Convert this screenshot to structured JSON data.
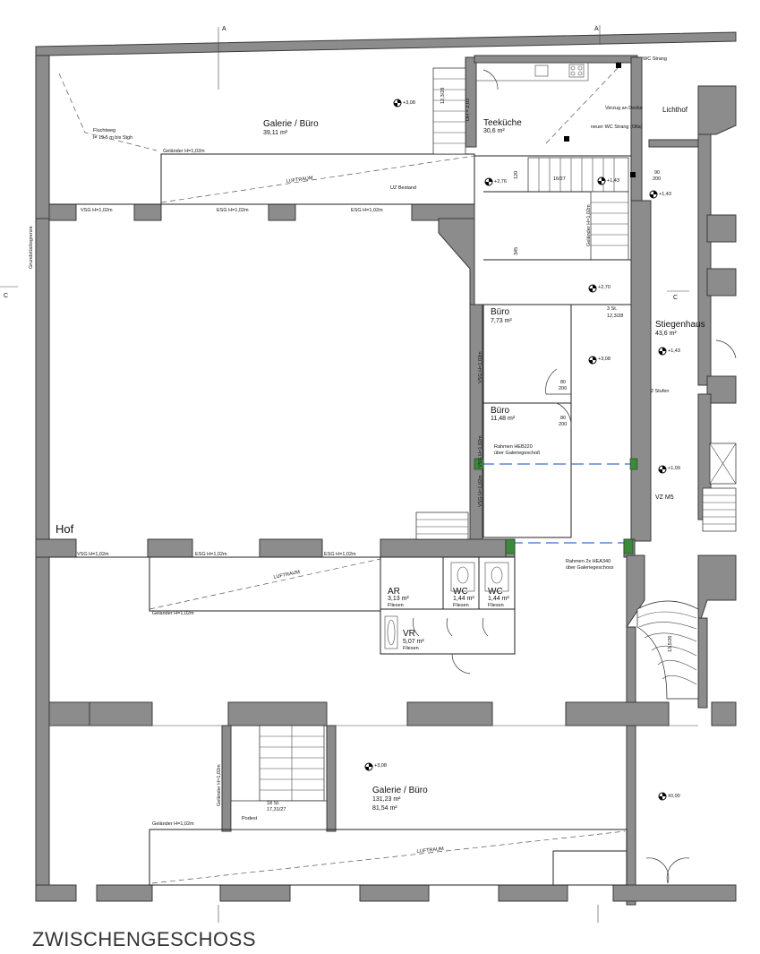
{
  "plan_title": "ZWISCHENGESCHOSS",
  "rooms": {
    "galerie_top": {
      "name": "Galerie / Büro",
      "area": "39,11 m²"
    },
    "teekueche": {
      "name": "Teeküche",
      "area": "30,6 m²"
    },
    "buero_1": {
      "name": "Büro",
      "area": "7,73 m²"
    },
    "buero_2": {
      "name": "Büro",
      "area": "11,48 m²"
    },
    "stiegenhaus": {
      "name": "Stiegenhaus",
      "area": "43,6 m²"
    },
    "ar": {
      "name": "AR",
      "area": "3,13 m²",
      "finish": "Fliesen"
    },
    "wc_1": {
      "name": "WC",
      "area": "1,44 m²",
      "finish": "Fliesen"
    },
    "wc_2": {
      "name": "WC",
      "area": "1,44 m²",
      "finish": "Fliesen"
    },
    "vr": {
      "name": "VR",
      "area": "5,07 m²",
      "finish": "Fliesen"
    },
    "galerie_bottom": {
      "name": "Galerie / Büro",
      "area": "131,23 m²",
      "area2": "81,54 m²"
    },
    "hof": {
      "name": "Hof"
    },
    "lichthof": {
      "name": "Lichthof"
    }
  },
  "levels": {
    "l308a": "+3,08",
    "l276": "+2,76",
    "l143a": "+1,43",
    "l143b": "+1,43",
    "l270": "+2,70",
    "l308b": "+3,08",
    "l143c": "+1,43",
    "l109": "+1,09",
    "l308c": "+3,08",
    "l000": "±0,00"
  },
  "notes": {
    "wc_strang": "WC Strang",
    "verzug": "Verzug an Decke",
    "neuer_wc": "neuer WC Strang (Olla)",
    "fluchtweg": "Fluchtweg",
    "fluchtweg_len": "l= 19,5 m bis Stgh",
    "uz_bestand": "UZ Bestand",
    "grundstuecksgrenze": "Grundstücksgrenze",
    "rahmen_heb": "Rahmen HEB220",
    "rahmen_heb2": "über Galeriegeschoß",
    "rahmen_hea": "Rahmen 2x HEA340",
    "rahmen_hea2": "über Galeriegeschoss",
    "vz_m5": "VZ M5",
    "zwei_stufen": "2 Stufen",
    "podest": "Podest",
    "dh": "DH = 2,03",
    "stair_top": "16/27",
    "stair_mid": "12,3/28",
    "stair_3st": "3 St.",
    "stair_18st": "18 St.",
    "stair_1731": "17,31/27",
    "stair_1356": "13,5/26",
    "stair_12328": "12,3/28",
    "dim_120": "120",
    "dim_345": "345",
    "dim_80": "80",
    "dim_200": "200",
    "dim_90": "90",
    "luftraum": "LUFTRAUM",
    "gel_1": "Geländer H=1,02m",
    "vsg": "VSG H=1,02m",
    "esg": "ESG H=1,02m",
    "section_c": "C",
    "section_a": "A"
  }
}
